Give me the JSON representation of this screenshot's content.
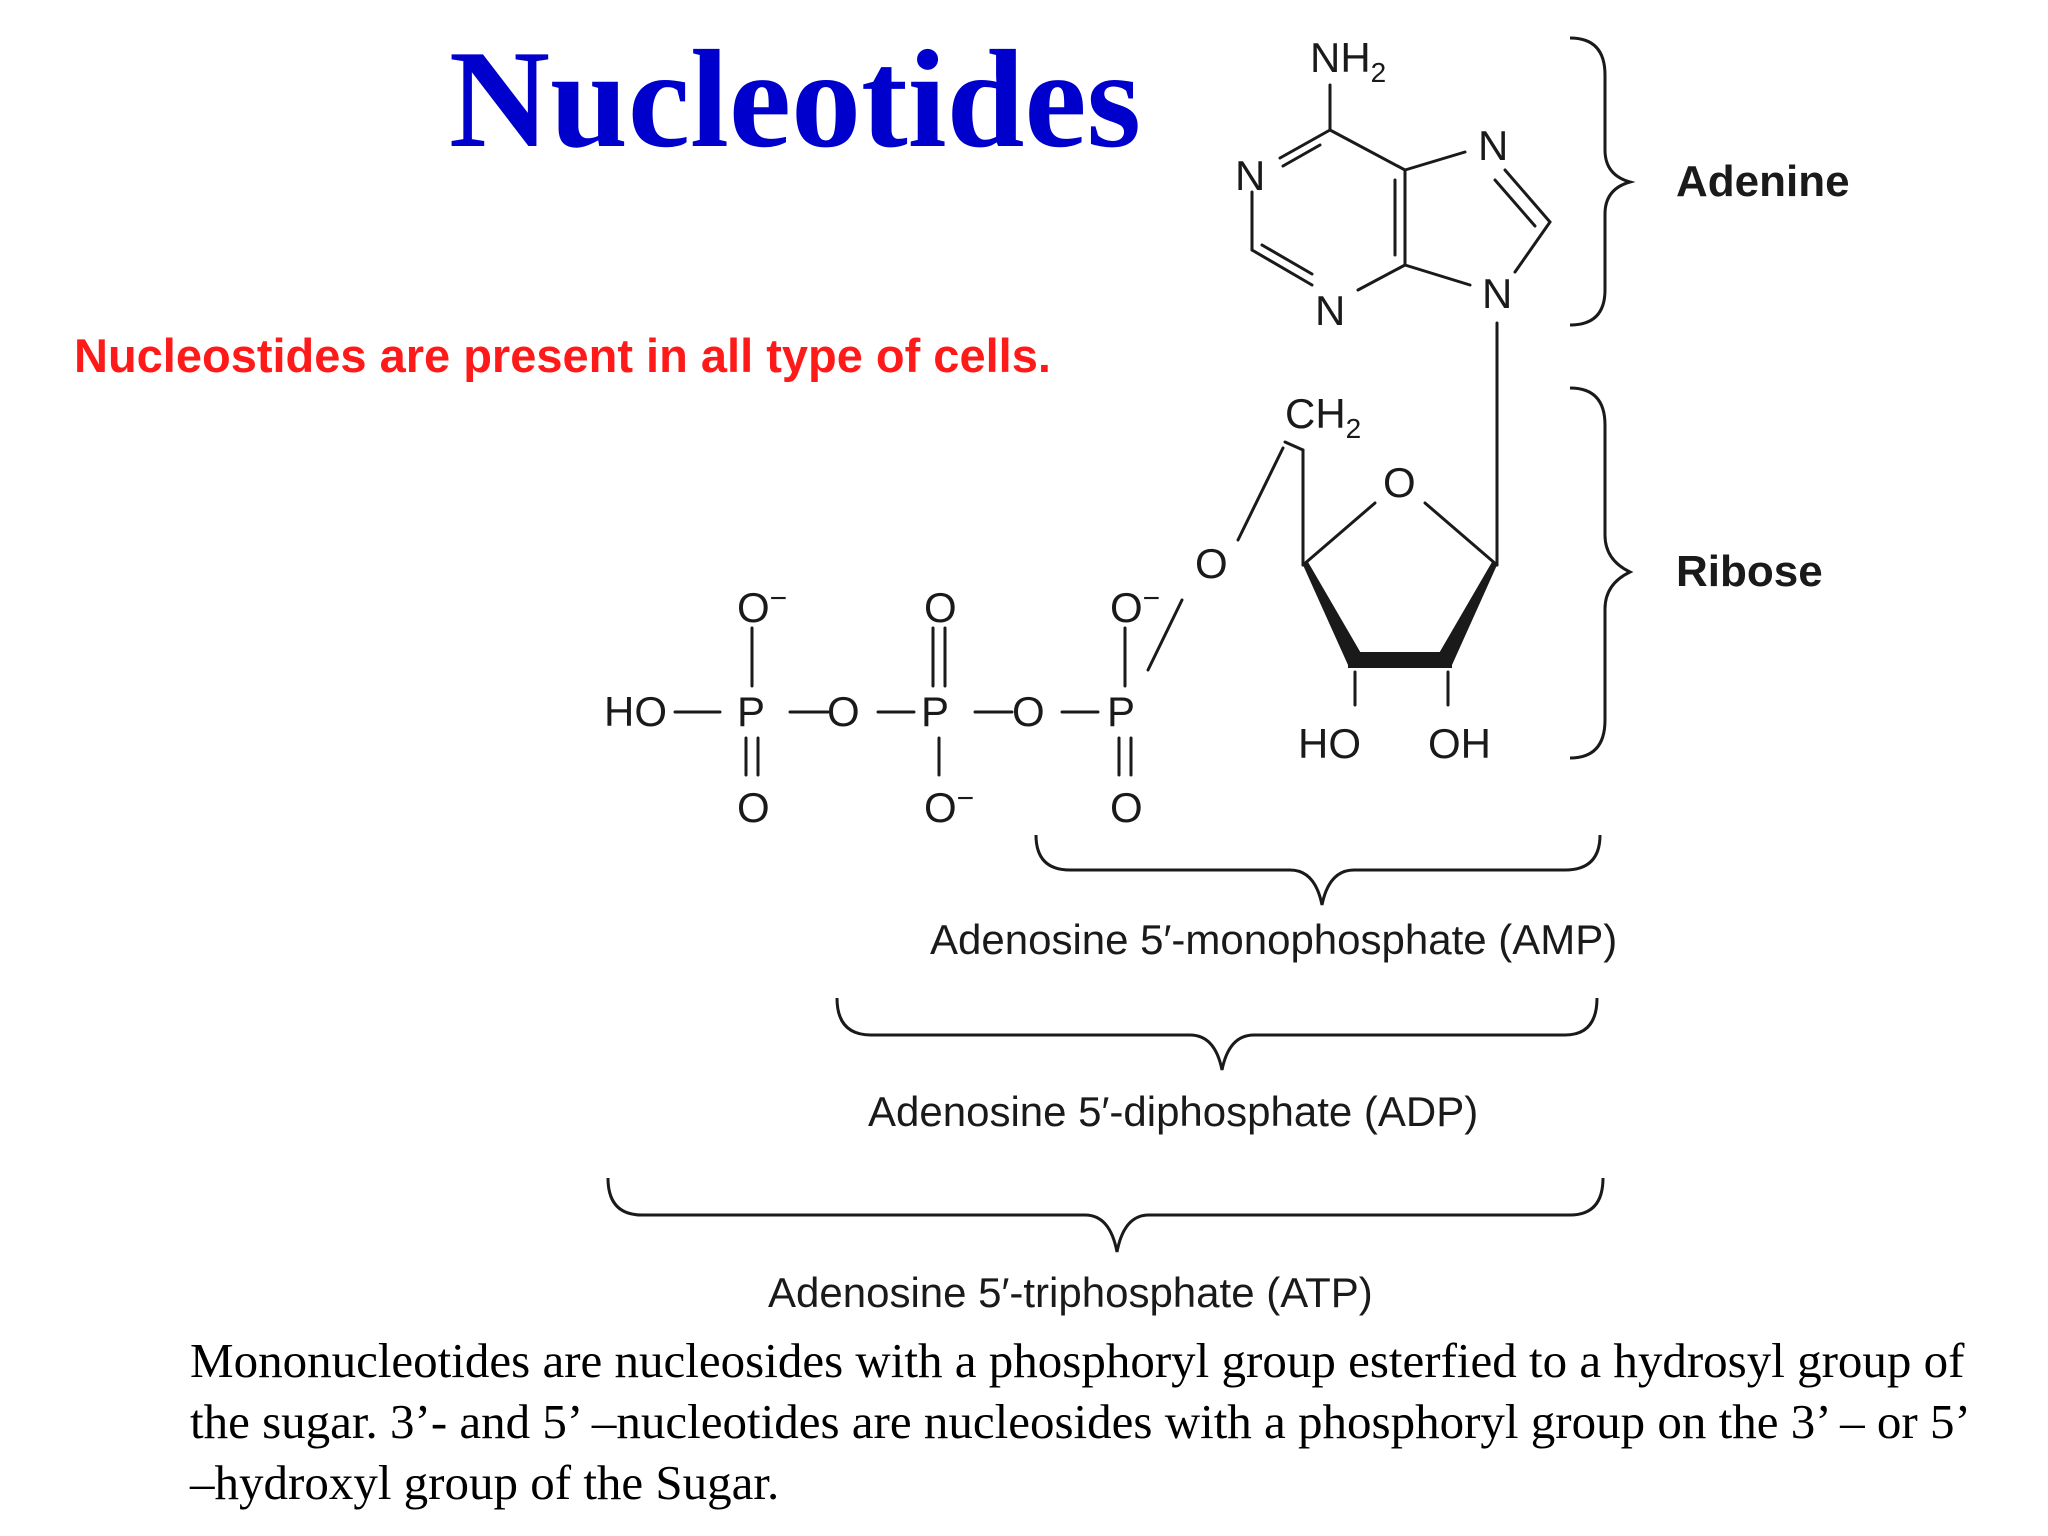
{
  "slide": {
    "title": "Nucleotides",
    "subtitle": "Nucleostides are present in all type of cells.",
    "body": "Mononucleotides are nucleosides with a phosphoryl  group esterfied to a hydrosyl group of the sugar. 3’- and 5’ –nucleotides are nucleosides with a phosphoryl group on the 3’ – or 5’ –hydroxyl group of the Sugar."
  },
  "diagram": {
    "groups": {
      "adenine": "Adenine",
      "ribose": "Ribose"
    },
    "brackets": {
      "amp": "Adenosine 5′-monophosphate (AMP)",
      "adp": "Adenosine 5′-diphosphate (ADP)",
      "atp": "Adenosine 5′-triphosphate (ATP)"
    },
    "atoms": {
      "nh": "NH",
      "sub2": "2",
      "n": "N",
      "ch": "CH",
      "o": "O",
      "minus": "−",
      "ho": "HO",
      "oh": "OH",
      "p": "P"
    },
    "colors": {
      "title": "#0000cc",
      "subtitle": "#ff1a1a",
      "structure": "#1a1a1a"
    }
  }
}
